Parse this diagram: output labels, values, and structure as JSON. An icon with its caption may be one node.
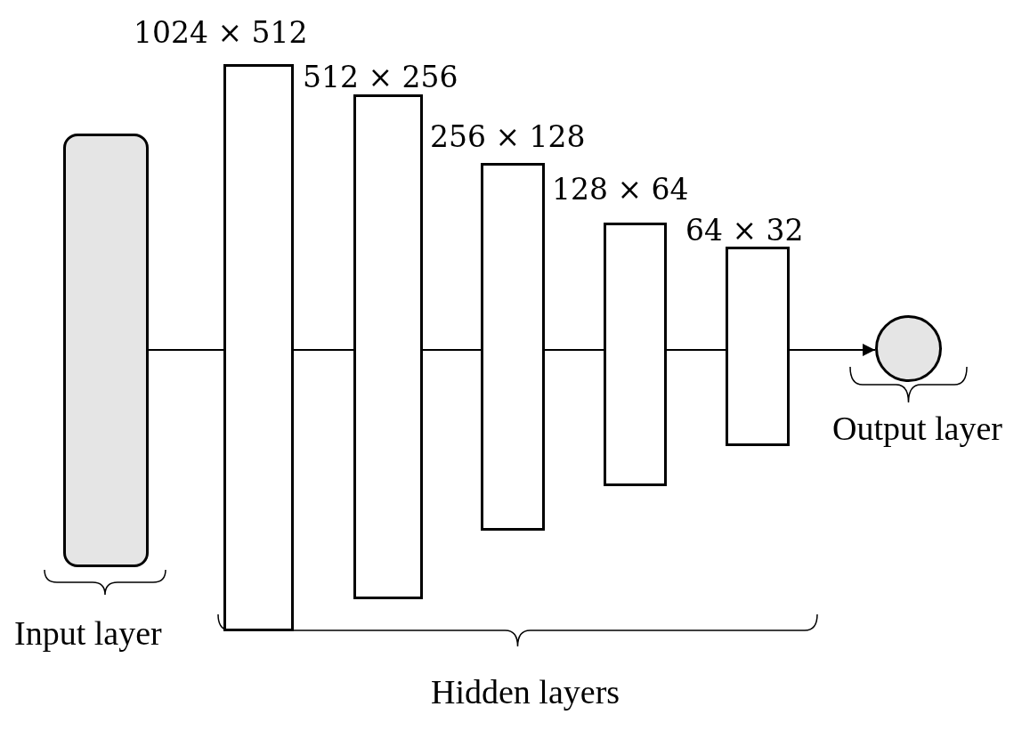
{
  "diagram": {
    "nodes": [
      {
        "text": [],
        "shape": "box",
        "beside": [
          "Input layer"
        ]
      },
      {
        "text": [],
        "shape": "box",
        "beside": [
          "1024 × 512"
        ]
      },
      {
        "text": [],
        "shape": "box",
        "beside": [
          "512 × 256"
        ]
      },
      {
        "text": [],
        "shape": "box",
        "beside": [
          "256 × 128"
        ]
      },
      {
        "text": [],
        "shape": "box",
        "beside": [
          "128 × 64"
        ]
      },
      {
        "text": [],
        "shape": "box",
        "beside": [
          "64 × 32"
        ]
      },
      {
        "text": [],
        "shape": "circle",
        "beside": [
          "Output layer"
        ]
      }
    ],
    "edges": [
      {
        "from": 0,
        "to": 1,
        "arrow": "none"
      },
      {
        "from": 1,
        "to": 2,
        "arrow": "none"
      },
      {
        "from": 2,
        "to": 3,
        "arrow": "none"
      },
      {
        "from": 3,
        "to": 4,
        "arrow": "none"
      },
      {
        "from": 4,
        "to": 5,
        "arrow": "none"
      },
      {
        "from": 5,
        "to": 6,
        "arrow": "to"
      }
    ],
    "labels": [
      "Hidden layers"
    ]
  }
}
